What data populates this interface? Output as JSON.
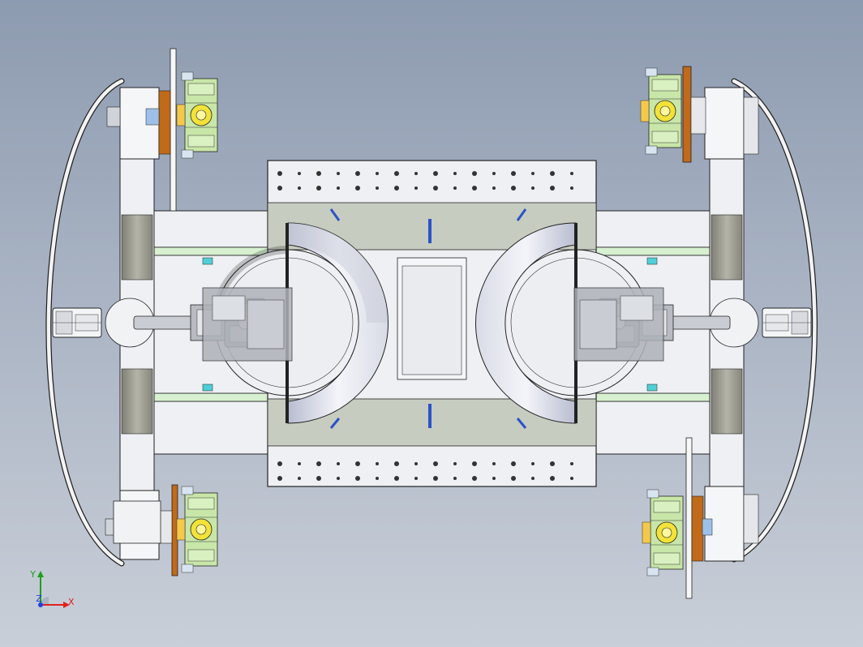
{
  "view": {
    "background_top": "#8d9bb0",
    "background_bottom": "#c9cfd8"
  },
  "triad": {
    "y_label": "Y",
    "z_label": "Z",
    "x_label": "X",
    "x_color": "#e0201c",
    "y_color": "#1ca01c",
    "z_color": "#2040e0"
  },
  "colors": {
    "frame": "#eef0f3",
    "column": "#9a9a8e",
    "rail": "#d6f0d0",
    "plate": "#c6ccbf",
    "gear_body": "#c8e6a8",
    "gear_center": "#f2e23a",
    "flange": "#c06a1a",
    "drum": "#f2f3f7",
    "robot": "#b8bcc2",
    "marker": "#2a52c8"
  },
  "icons": {
    "axis_triad": "axis-triad-icon"
  }
}
